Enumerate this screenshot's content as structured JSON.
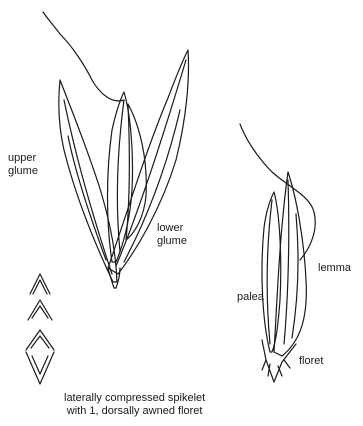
{
  "labels": {
    "upper_glume": [
      "upper",
      "glume"
    ],
    "lower_glume": [
      "lower",
      "glume"
    ],
    "lemma": "lemma",
    "palea": "palea",
    "floret": "floret"
  },
  "caption": {
    "line1": "laterally compressed spikelet",
    "line2": "with 1, dorsally awned floret"
  },
  "colors": {
    "ink": "#1a1a1a",
    "background": "#ffffff"
  }
}
